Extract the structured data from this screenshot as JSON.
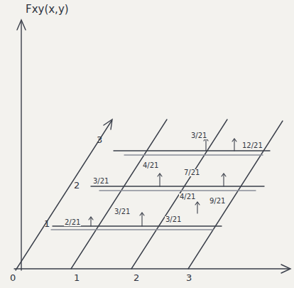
{
  "diagram": {
    "labels": [
      "Fxy(x,y)",
      "3",
      "3/21",
      "12/21",
      "2",
      "3/21",
      "4/21",
      "7/21",
      "4/21",
      "9/21",
      "1",
      "2/21",
      "3/21",
      "3/21",
      "0",
      "1",
      "2",
      "3"
    ]
  }
}
